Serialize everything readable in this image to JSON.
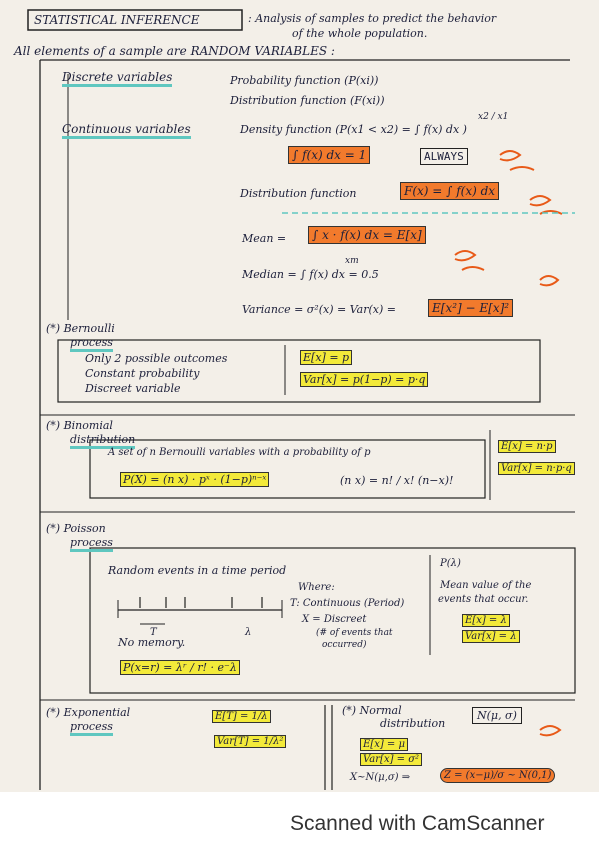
{
  "header": {
    "title": "STATISTICAL INFERENCE",
    "definition": ": Analysis of samples to predict the behavior",
    "definition_cont": "of the whole population."
  },
  "intro": "All elements of a sample are RANDOM VARIABLES :",
  "discrete": {
    "label": "Discrete variables",
    "prob_fn": "Probability function (P(xi))",
    "dist_fn": "Distribution function (F(xi))"
  },
  "continuous": {
    "label": "Continuous variables",
    "density": "Density function (P(x1 < x2) = ∫ f(x) dx )",
    "density_limits": "x2 / x1",
    "integral_one": "∫ f(x) dx = 1",
    "always": "ALWAYS",
    "dist_fn_label": "Distribution function",
    "dist_fn_formula": "F(x) = ∫ f(x) dx",
    "mean_label": "Mean =",
    "mean_formula": "∫ x · f(x) dx = E[x]",
    "median": "Median = ∫ f(x) dx = 0.5",
    "median_limit": "xm",
    "variance_label": "Variance = σ²(x) = Var(x) =",
    "variance_formula": "E[x²] − E[x]²"
  },
  "bernoulli": {
    "title": "(*) Bernoulli",
    "title2": "process",
    "items": [
      "Only 2 possible outcomes",
      "Constant probability",
      "Discreet variable"
    ],
    "ex": "E[x] = p",
    "var": "Var[x] = p(1−p) = p·q"
  },
  "binomial": {
    "title": "(*) Binomial",
    "title2": "distribution",
    "desc": "A set of n Bernoulli variables with a probability of p",
    "pmf": "P(X) = (n x) · pˣ · (1−p)ⁿ⁻ˣ",
    "coef": "(n x) = n! / x! (n−x)!",
    "ex": "E[x] = n·p",
    "var": "Var[x] = n·p·q"
  },
  "poisson": {
    "title": "(*) Poisson",
    "title2": "process",
    "desc": "Random events in a time period",
    "where": "Where:",
    "t_def": "T: Continuous (Period)",
    "x_def": "X = Discreet",
    "x_def2": "(# of events that",
    "x_def3": "occurred)",
    "lambda": "P(λ)",
    "lambda_desc": "Mean value of the",
    "lambda_desc2": "events that occur.",
    "t_mark": "T",
    "lambda_mark": "λ",
    "no_memory": "No memory.",
    "pmf": "P(x=r) = λʳ / r! · e⁻λ",
    "ex": "E[x] = λ",
    "var": "Var[x] = λ"
  },
  "exponential": {
    "title": "(*) Exponential",
    "title2": "process",
    "ex": "E[T] = 1/λ",
    "var": "Var[T] = 1/λ²"
  },
  "normal": {
    "title": "(*) Normal",
    "title2": "distribution",
    "notation": "N(μ, σ)",
    "ex": "E[x] = μ",
    "var": "Var[x] = σ²",
    "std": "X~N(μ,σ) ⇒",
    "z": "Z = (x−μ)/σ ~ N(0,1)"
  },
  "footer": "Scanned with CamScanner"
}
